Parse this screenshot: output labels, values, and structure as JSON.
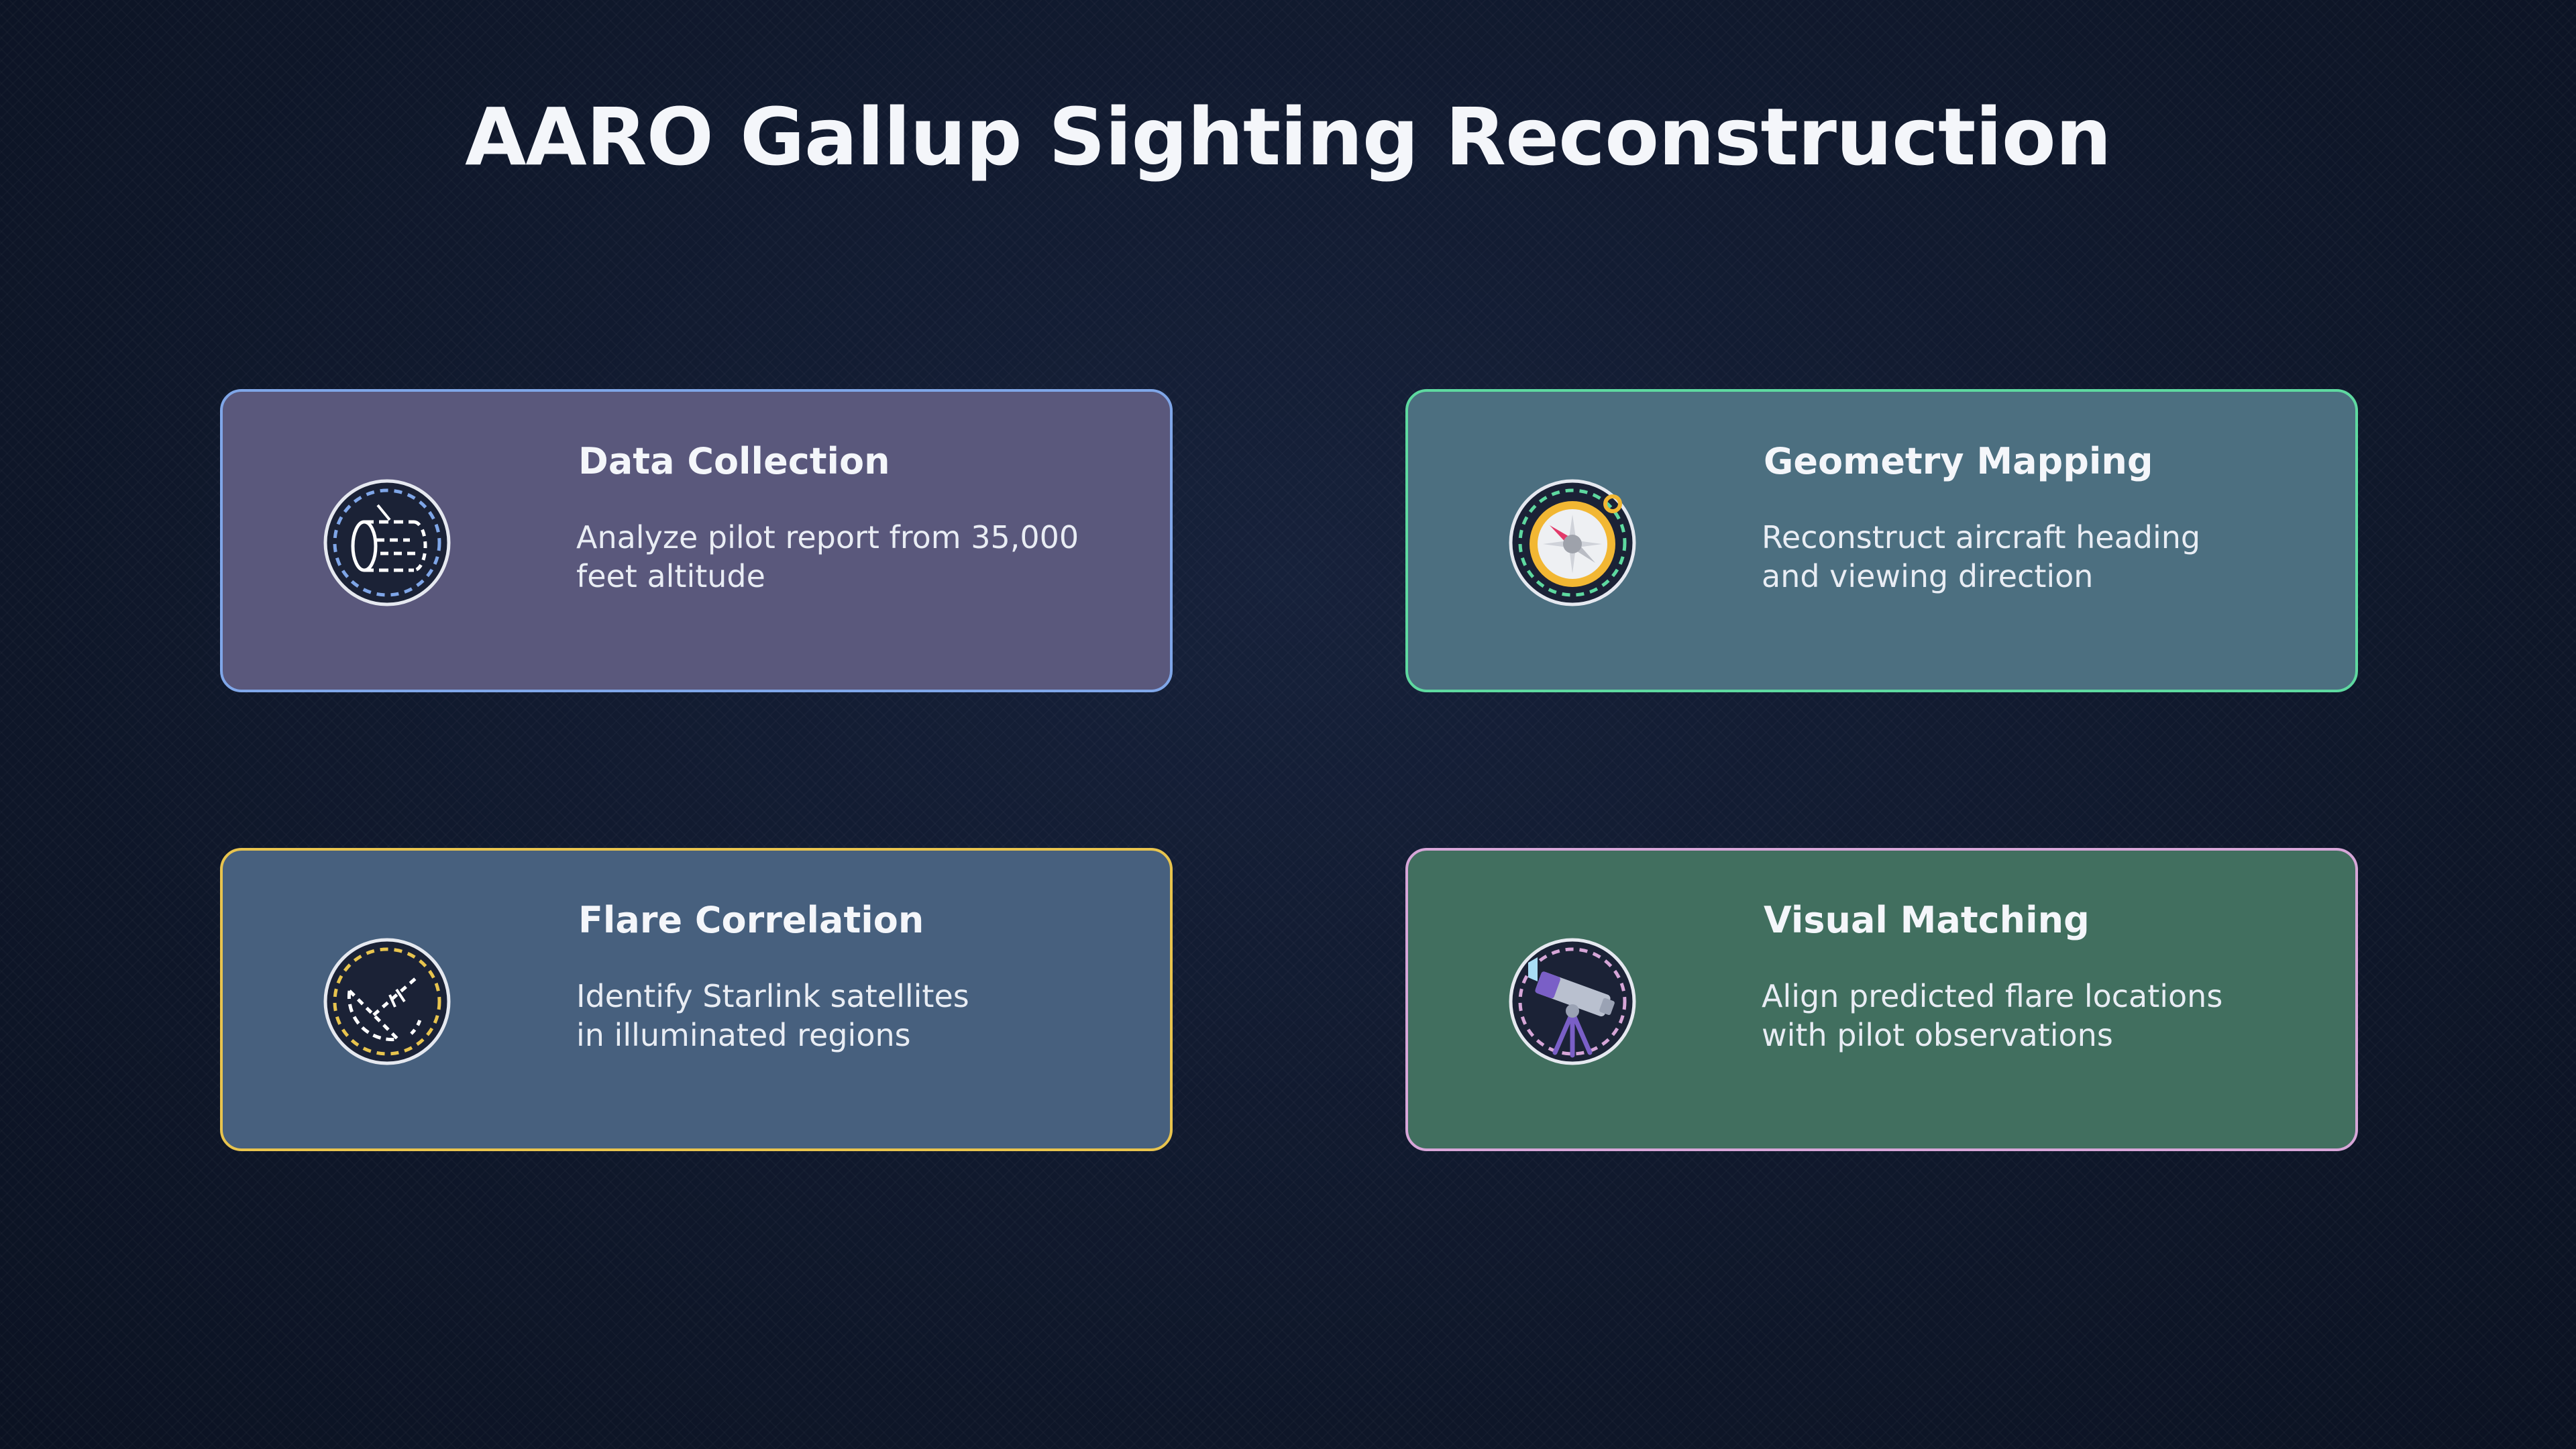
{
  "title": "AARO Gallup Sighting Reconstruction",
  "colors": {
    "background": "#111a2e",
    "card_1_fill": "#5a587c",
    "card_1_border": "#7fa6e8",
    "card_2_fill": "#4c6f80",
    "card_2_border": "#5ed9a0",
    "card_3_fill": "#47607e",
    "card_3_border": "#e8c44e",
    "card_4_fill": "#416f5f",
    "card_4_border": "#d7a6d8"
  },
  "cards": [
    {
      "title": "Data Collection",
      "desc_lines": [
        "Analyze pilot report from 35,000",
        "feet altitude"
      ],
      "icon": "data-cylinder-icon"
    },
    {
      "title": "Geometry Mapping",
      "desc_lines": [
        "Reconstruct aircraft heading",
        "and viewing direction"
      ],
      "icon": "compass-icon"
    },
    {
      "title": "Flare Correlation",
      "desc_lines": [
        "Identify Starlink satellites",
        "in illuminated regions"
      ],
      "icon": "satellite-dish-icon"
    },
    {
      "title": "Visual Matching",
      "desc_lines": [
        "Align predicted flare locations",
        "with pilot observations"
      ],
      "icon": "telescope-icon"
    }
  ]
}
